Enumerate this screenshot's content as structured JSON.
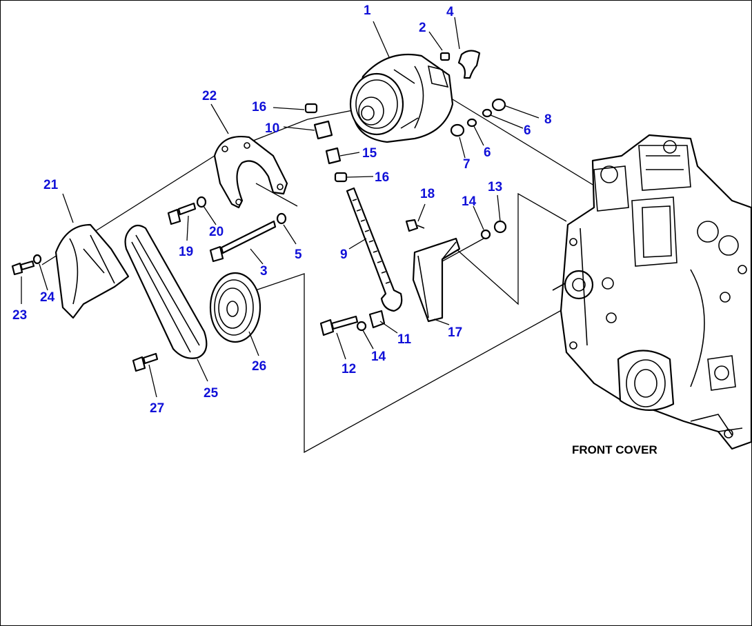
{
  "diagram": {
    "caption": "FRONT COVER",
    "callouts": {
      "c1": "1",
      "c2": "2",
      "c3": "3",
      "c4": "4",
      "c5": "5",
      "c6a": "6",
      "c6b": "6",
      "c7": "7",
      "c8": "8",
      "c9": "9",
      "c10": "10",
      "c11": "11",
      "c12": "12",
      "c13": "13",
      "c14a": "14",
      "c14b": "14",
      "c15": "15",
      "c16a": "16",
      "c16b": "16",
      "c17": "17",
      "c18": "18",
      "c19": "19",
      "c20": "20",
      "c21": "21",
      "c22": "22",
      "c23": "23",
      "c24": "24",
      "c25": "25",
      "c26": "26",
      "c27": "27"
    },
    "colors": {
      "callout": "#1010d8",
      "line": "#000000"
    }
  }
}
